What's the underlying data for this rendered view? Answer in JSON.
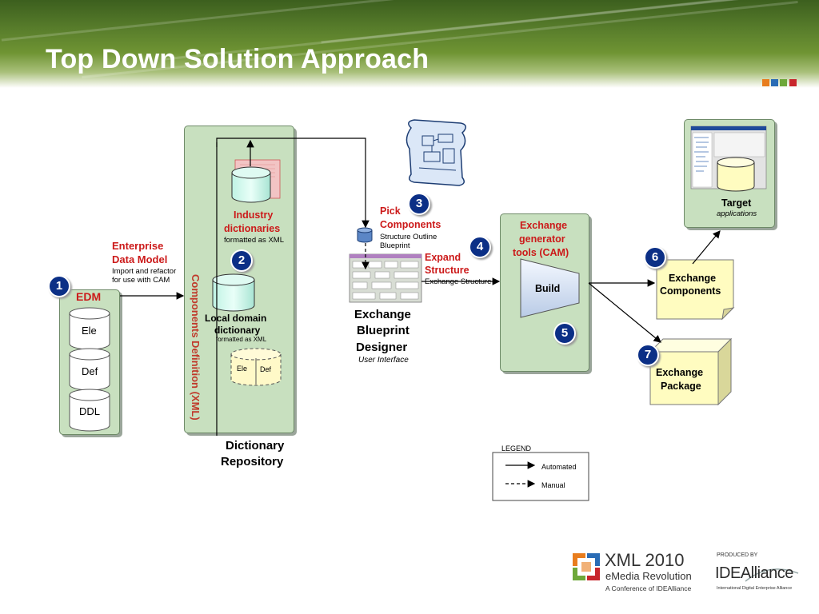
{
  "title": "Top Down Solution Approach",
  "colors": {
    "panel": "#c8e0bf",
    "badge": "#0b2f86",
    "accent_red": "#cc1a1a",
    "note": "#fffcc0"
  },
  "badges": [
    "1",
    "2",
    "3",
    "4",
    "5",
    "6",
    "7"
  ],
  "enterprise": {
    "title_line1": "Enterprise",
    "title_line2": "Data Model",
    "desc_line1": "Import and refactor",
    "desc_line2": "for use with CAM"
  },
  "edm": {
    "title": "EDM",
    "items": [
      "Ele",
      "Def",
      "DDL"
    ]
  },
  "repository": {
    "vertical_label": "Components Definition (XML)",
    "industry_title_line1": "Industry",
    "industry_title_line2": "dictionaries",
    "industry_desc": "formatted as XML",
    "local_title_line1": "Local domain",
    "local_title_line2": "dictionary",
    "local_desc": "formatted as XML",
    "split_left": "Ele",
    "split_right": "Def",
    "caption_line1": "Dictionary",
    "caption_line2": "Repository"
  },
  "pick": {
    "title_line1": "Pick",
    "title_line2": "Components",
    "desc_line1": "Structure Outline",
    "desc_line2": "Blueprint"
  },
  "expand": {
    "title_line1": "Expand",
    "title_line2": "Structure",
    "desc": "Exchange Structure"
  },
  "designer": {
    "line1": "Exchange",
    "line2": "Blueprint",
    "line3": "Designer",
    "sub": "User Interface"
  },
  "generator": {
    "line1": "Exchange",
    "line2": "generator",
    "line3": "tools (CAM)",
    "build": "Build"
  },
  "target": {
    "title": "Target",
    "sub": "applications"
  },
  "components": {
    "line1": "Exchange",
    "line2": "Components"
  },
  "package": {
    "line1": "Exchange",
    "line2": "Package"
  },
  "legend": {
    "title": "LEGEND",
    "automated": "Automated",
    "manual": "Manual"
  },
  "footer": {
    "xml_title": "XML 2010",
    "xml_sub": "eMedia Revolution",
    "xml_conf": "A Conference of IDEAlliance",
    "produced_by": "PRODUCED BY",
    "idea_logo": "IDEAlliance",
    "idea_tag": "International Digital Enterprise Alliance"
  }
}
